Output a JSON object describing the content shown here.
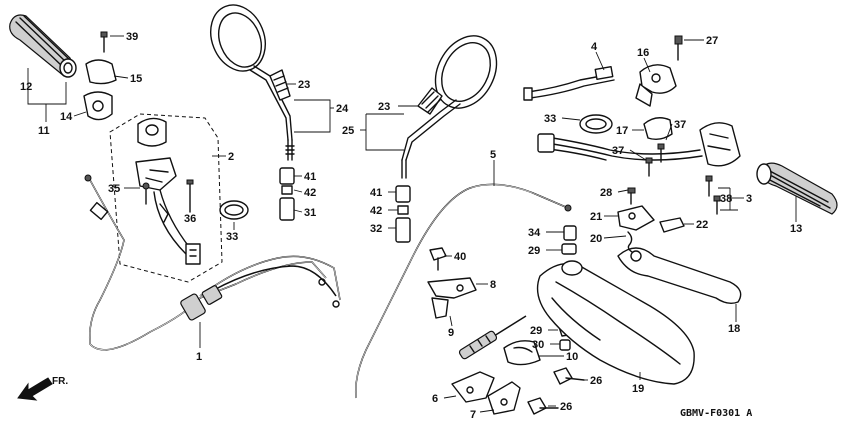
{
  "diagram_code": "GBMV-F0301 A",
  "direction_label": "FR.",
  "callouts": [
    {
      "id": "c1",
      "text": "1"
    },
    {
      "id": "c2",
      "text": "2"
    },
    {
      "id": "c3",
      "text": "3"
    },
    {
      "id": "c4",
      "text": "4"
    },
    {
      "id": "c5",
      "text": "5"
    },
    {
      "id": "c6",
      "text": "6"
    },
    {
      "id": "c7",
      "text": "7"
    },
    {
      "id": "c8",
      "text": "8"
    },
    {
      "id": "c9",
      "text": "9"
    },
    {
      "id": "c10",
      "text": "10"
    },
    {
      "id": "c11",
      "text": "11"
    },
    {
      "id": "c12",
      "text": "12"
    },
    {
      "id": "c13",
      "text": "13"
    },
    {
      "id": "c14",
      "text": "14"
    },
    {
      "id": "c15",
      "text": "15"
    },
    {
      "id": "c16",
      "text": "16"
    },
    {
      "id": "c17",
      "text": "17"
    },
    {
      "id": "c18",
      "text": "18"
    },
    {
      "id": "c19",
      "text": "19"
    },
    {
      "id": "c20",
      "text": "20"
    },
    {
      "id": "c21",
      "text": "21"
    },
    {
      "id": "c22",
      "text": "22"
    },
    {
      "id": "c23a",
      "text": "23"
    },
    {
      "id": "c23b",
      "text": "23"
    },
    {
      "id": "c24",
      "text": "24"
    },
    {
      "id": "c25",
      "text": "25"
    },
    {
      "id": "c26a",
      "text": "26"
    },
    {
      "id": "c26b",
      "text": "26"
    },
    {
      "id": "c27",
      "text": "27"
    },
    {
      "id": "c28",
      "text": "28"
    },
    {
      "id": "c29a",
      "text": "29"
    },
    {
      "id": "c29b",
      "text": "29"
    },
    {
      "id": "c30",
      "text": "30"
    },
    {
      "id": "c31",
      "text": "31"
    },
    {
      "id": "c32",
      "text": "32"
    },
    {
      "id": "c33a",
      "text": "33"
    },
    {
      "id": "c33b",
      "text": "33"
    },
    {
      "id": "c34",
      "text": "34"
    },
    {
      "id": "c35",
      "text": "35"
    },
    {
      "id": "c36",
      "text": "36"
    },
    {
      "id": "c37a",
      "text": "37"
    },
    {
      "id": "c37b",
      "text": "37"
    },
    {
      "id": "c38",
      "text": "38"
    },
    {
      "id": "c39",
      "text": "39"
    },
    {
      "id": "c40",
      "text": "40"
    },
    {
      "id": "c41a",
      "text": "41"
    },
    {
      "id": "c41b",
      "text": "41"
    },
    {
      "id": "c42a",
      "text": "42"
    },
    {
      "id": "c42b",
      "text": "42"
    }
  ]
}
